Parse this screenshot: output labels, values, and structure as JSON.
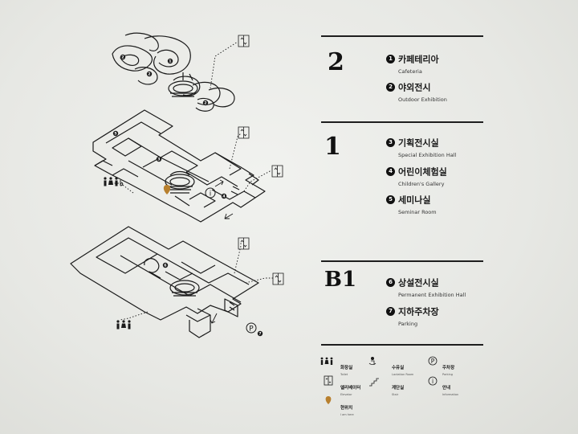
{
  "floors": [
    {
      "level": "2",
      "rooms": [
        {
          "num": "1",
          "ko": "카페테리아",
          "en": "Cafeteria"
        },
        {
          "num": "2",
          "ko": "야외전시",
          "en": "Outdoor Exhibition"
        }
      ]
    },
    {
      "level": "1",
      "rooms": [
        {
          "num": "3",
          "ko": "기획전시실",
          "en": "Special Exhibition Hall"
        },
        {
          "num": "4",
          "ko": "어린이체험실",
          "en": "Children's Gallery"
        },
        {
          "num": "5",
          "ko": "세미나실",
          "en": "Seminar Room"
        }
      ]
    },
    {
      "level": "B1",
      "rooms": [
        {
          "num": "6",
          "ko": "상설전시실",
          "en": "Permanent Exhibition Hall"
        },
        {
          "num": "7",
          "ko": "지하주차장",
          "en": "Parking"
        }
      ]
    }
  ],
  "legend": {
    "toilet": {
      "ko": "화장실",
      "en": "Toilet"
    },
    "lactation": {
      "ko": "수유실",
      "en": "Lactation Room"
    },
    "parking": {
      "ko": "주차장",
      "en": "Parking"
    },
    "elevator": {
      "ko": "엘리베이터",
      "en": "Elevator"
    },
    "stair": {
      "ko": "계단실",
      "en": "Stair"
    },
    "info": {
      "ko": "안내",
      "en": "Information"
    },
    "here": {
      "ko": "현위치",
      "en": "I am here"
    }
  },
  "map_symbols": {
    "info": "i",
    "parking": "P"
  },
  "colors": {
    "here_marker": "#b8802e",
    "ink": "#1a1a1a"
  },
  "icons": [
    "toilet-icon",
    "lactation-icon",
    "parking-icon",
    "elevator-icon",
    "stair-icon",
    "info-icon",
    "here-marker-icon"
  ]
}
